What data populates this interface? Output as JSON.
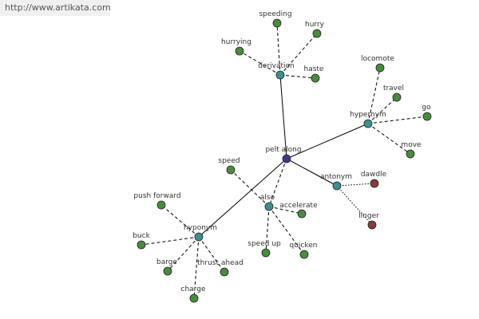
{
  "watermark": "http://www.artikata.com",
  "colors": {
    "center": "#3a3a8c",
    "relation": "#3f8f8f",
    "synonym": "#4a8a40",
    "antonym_leaf": "#8c3a3a"
  },
  "graph": {
    "center": {
      "label": "pelt along"
    },
    "relations": [
      {
        "id": "derivation",
        "label": "derivation",
        "leaves": [
          "speeding",
          "hurry",
          "hurrying",
          "haste"
        ]
      },
      {
        "id": "hypernym_top",
        "label": "hypernym",
        "leaves": [
          "locomote",
          "travel",
          "go",
          "move"
        ]
      },
      {
        "id": "antonym",
        "label": "antonym",
        "leaves": [
          "dawdle",
          "linger"
        ]
      },
      {
        "id": "also",
        "label": "also",
        "leaves": [
          "speed",
          "accelerate",
          "speed up",
          "quicken"
        ]
      },
      {
        "id": "hyponym",
        "label": "hyponym",
        "leaves": [
          "push forward",
          "buck",
          "barge",
          "thrust ahead",
          "charge"
        ]
      }
    ]
  }
}
